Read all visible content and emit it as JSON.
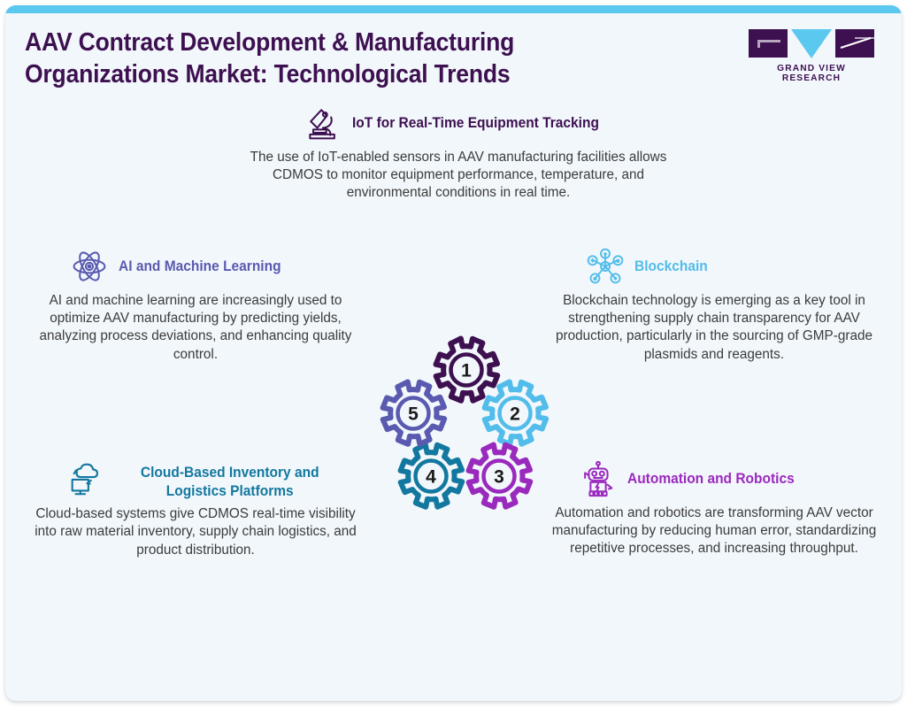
{
  "header": {
    "title_line1": "AAV Contract Development & Manufacturing",
    "title_line2": "Organizations Market: Technological Trends",
    "logo_text": "GRAND VIEW RESEARCH"
  },
  "colors": {
    "background": "#f2f7fb",
    "accent_bar": "#5bc8f0",
    "title": "#3d1050",
    "body_text": "#3b3b3b",
    "iot": "#3d1050",
    "ai": "#5a5ab0",
    "blockchain": "#52bdea",
    "cloud": "#13789f",
    "automation": "#9a29bd"
  },
  "sections": [
    {
      "id": "iot",
      "icon": "microscope-icon",
      "title": "IoT for Real-Time Equipment Tracking",
      "body": "The use of IoT-enabled sensors in AAV manufacturing facilities allows CDMOS to monitor equipment performance, temperature, and environmental conditions in real time.",
      "color": "#3d1050"
    },
    {
      "id": "ai",
      "icon": "atom-icon",
      "title": "AI and Machine Learning",
      "body": "AI and machine learning are increasingly used to optimize AAV manufacturing by predicting yields, analyzing process deviations, and enhancing quality control.",
      "color": "#5a5ab0"
    },
    {
      "id": "blockchain",
      "icon": "network-hub-icon",
      "title": "Blockchain",
      "body": "Blockchain technology is emerging as a key tool in strengthening supply chain transparency for AAV production, particularly in the sourcing of GMP-grade plasmids and reagents.",
      "color": "#52bdea"
    },
    {
      "id": "cloud",
      "icon": "cloud-monitor-icon",
      "title": "Cloud-Based Inventory and Logistics Platforms",
      "body": "Cloud-based systems give CDMOS real-time visibility into raw material inventory, supply chain logistics, and product distribution.",
      "color": "#13789f"
    },
    {
      "id": "automation",
      "icon": "robot-icon",
      "title": "Automation and Robotics",
      "body": "Automation and robotics are transforming AAV vector manufacturing by reducing human error, standardizing repetitive processes, and increasing throughput.",
      "color": "#9a29bd"
    }
  ],
  "gears": [
    {
      "label": "1",
      "color": "#3d1050"
    },
    {
      "label": "2",
      "color": "#52bdea"
    },
    {
      "label": "3",
      "color": "#9a29bd"
    },
    {
      "label": "4",
      "color": "#13789f"
    },
    {
      "label": "5",
      "color": "#5a5ab0"
    }
  ]
}
